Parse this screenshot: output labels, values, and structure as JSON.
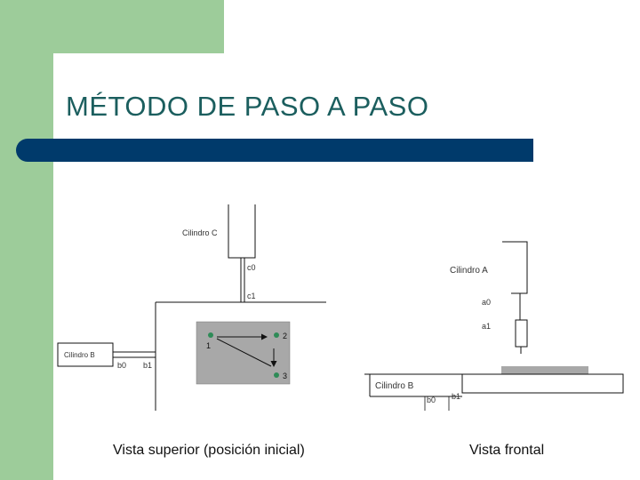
{
  "slide": {
    "title": "MÉTODO DE PASO A PASO"
  },
  "top_view": {
    "cylinder_c": "Cilindro C",
    "sensor_c0": "c0",
    "sensor_c1": "c1",
    "cylinder_b": "Cilindro B",
    "sensor_b0": "b0",
    "sensor_b1": "b1",
    "position_1": "1",
    "position_2": "2",
    "position_3": "3",
    "caption": "Vista superior (posición inicial)"
  },
  "front_view": {
    "cylinder_a": "Cilindro A",
    "sensor_a0": "a0",
    "sensor_a1": "a1",
    "cylinder_b": "Cilindro B",
    "sensor_b0": "b0",
    "sensor_b1": "b1",
    "caption": "Vista frontal"
  },
  "colors": {
    "background_green": "#9dcc9a",
    "title_text": "#1b5e5e",
    "title_bar": "#003a6b",
    "platform_gray": "#a8a8a8",
    "position_marker": "#2e8b57"
  }
}
